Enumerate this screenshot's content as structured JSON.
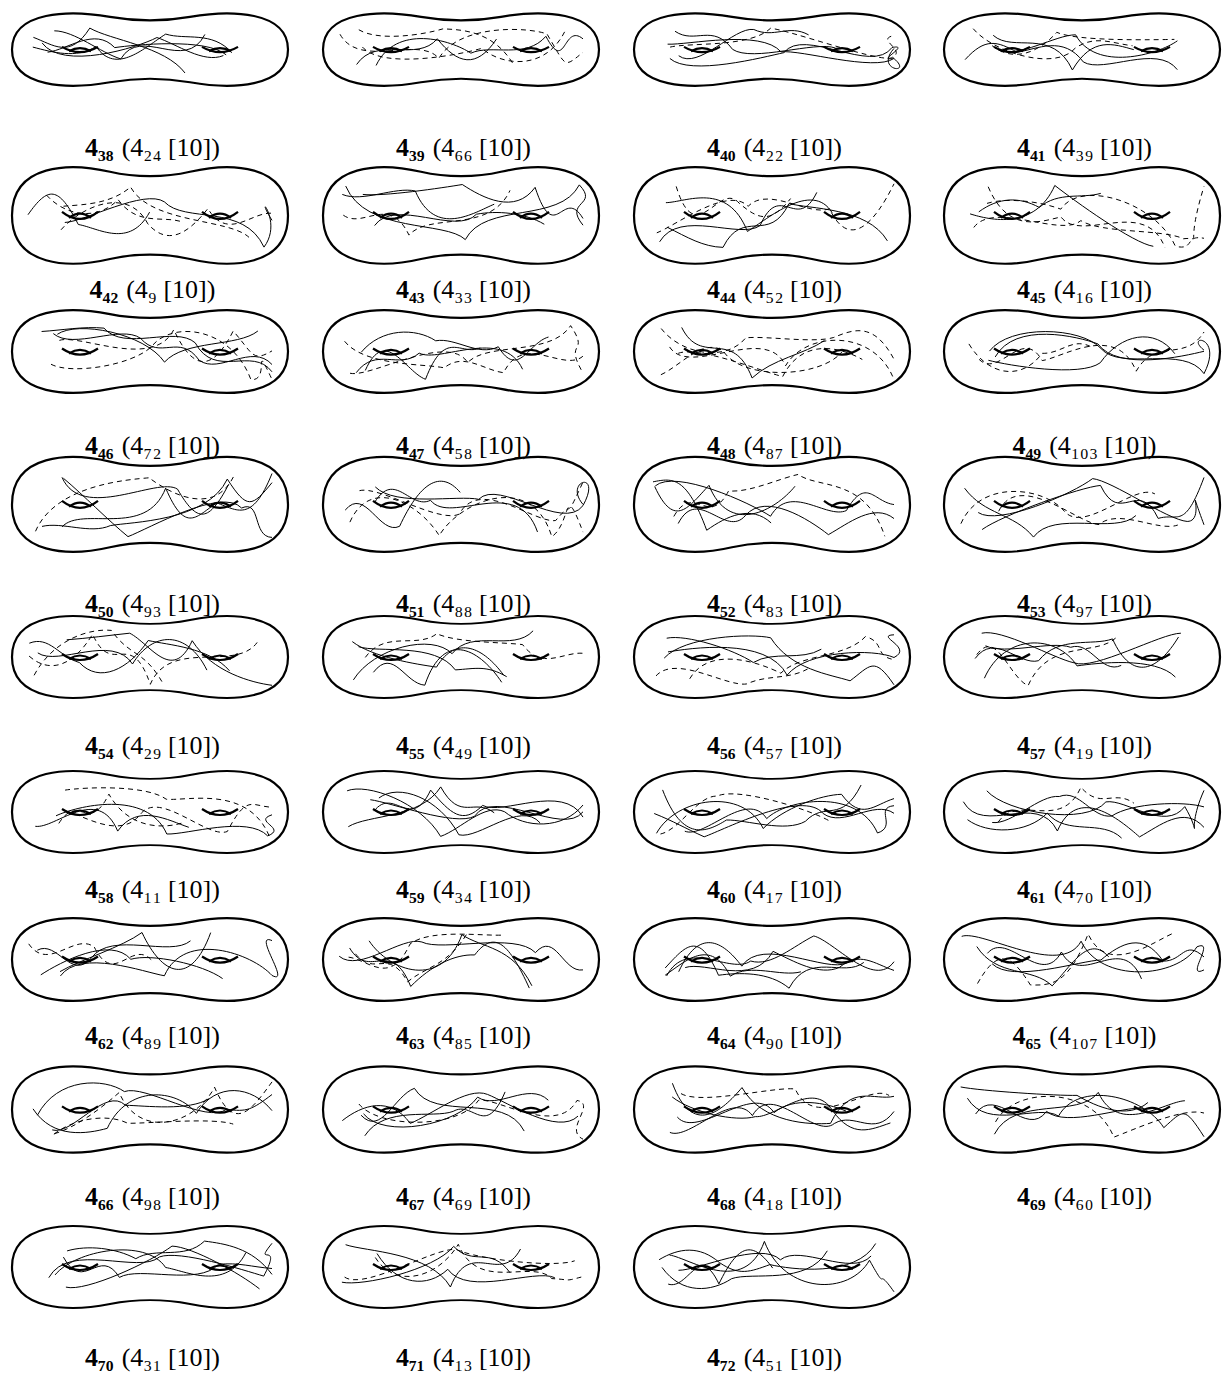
{
  "diagram": {
    "labels": [
      "4₃₈",
      "(4₂₄ [10])",
      "4₃₉",
      "(4₆₆ [10])",
      "4₄₀",
      "(4₂₂ [10])",
      "4₄₁",
      "(4₃₉ [10])",
      "4₄₂",
      "(4₉ [10])",
      "4₄₃",
      "(4₃₃ [10])",
      "4₄₄",
      "(4₅₂ [10])",
      "4₄₅",
      "(4₁₆ [10])",
      "4₄₆",
      "(4₇₂ [10])",
      "4₄₇",
      "(4₅₈ [10])",
      "4₄₈",
      "(4₈₇ [10])",
      "4₄₉",
      "(4₁₀₃ [10])",
      "4₅₀",
      "(4₉₃ [10])",
      "4₅₁",
      "(4₈₈ [10])",
      "4₅₂",
      "(4₈₃ [10])",
      "4₅₃",
      "(4₉₇ [10])",
      "4₅₄",
      "(4₂₉ [10])",
      "4₅₅",
      "(4₄₉ [10])",
      "4₅₆",
      "(4₅₇ [10])",
      "4₅₇",
      "(4₁₉ [10])",
      "4₅₈",
      "(4₁₁ [10])",
      "4₅₉",
      "(4₃₄ [10])",
      "4₆₀",
      "(4₁₇ [10])",
      "4₆₁",
      "(4₇₀ [10])",
      "4₆₂",
      "(4₈₉ [10])",
      "4₆₃",
      "(4₈₅ [10])",
      "4₆₄",
      "(4₉₀ [10])",
      "4₆₅",
      "(4₁₀₇ [10])",
      "4₆₆",
      "(4₉₈ [10])",
      "4₆₇",
      "(4₆₉ [10])",
      "4₆₈",
      "(4₁₈ [10])",
      "4₆₉",
      "(4₆₀ [10])",
      "4₇₀",
      "(4₃₁ [10])",
      "4₇₁",
      "(4₁₃ [10])",
      "4₇₂",
      "(4₅₁ [10])"
    ]
  }
}
